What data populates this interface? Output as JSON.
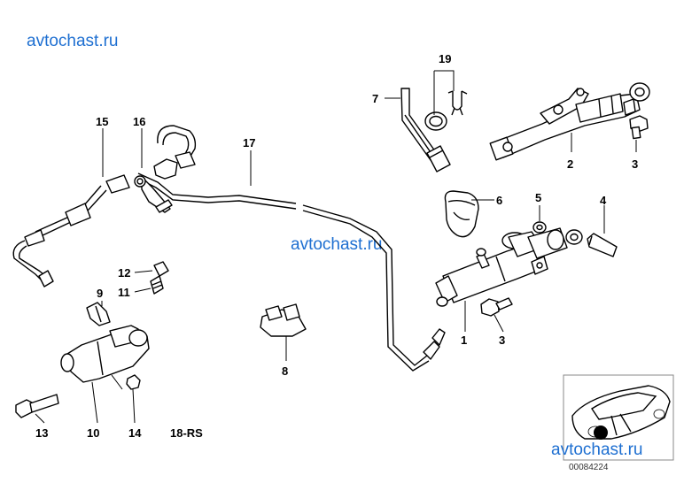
{
  "watermarks": [
    "avtochast.ru",
    "avtochast.ru",
    "avtochast.ru"
  ],
  "callouts": {
    "c1": "1",
    "c2": "2",
    "c3a": "3",
    "c3b": "3",
    "c4": "4",
    "c5": "5",
    "c6": "6",
    "c7": "7",
    "c8": "8",
    "c9": "9",
    "c10": "10",
    "c11": "11",
    "c12": "12",
    "c13": "13",
    "c14": "14",
    "c15": "15",
    "c16": "16",
    "c17": "17",
    "c19": "19",
    "c18rs": "18-RS"
  },
  "thumbnail": {
    "ref_number": "00084224"
  },
  "colors": {
    "watermark": "#1e6fd1",
    "line": "#000000",
    "background": "#ffffff"
  }
}
